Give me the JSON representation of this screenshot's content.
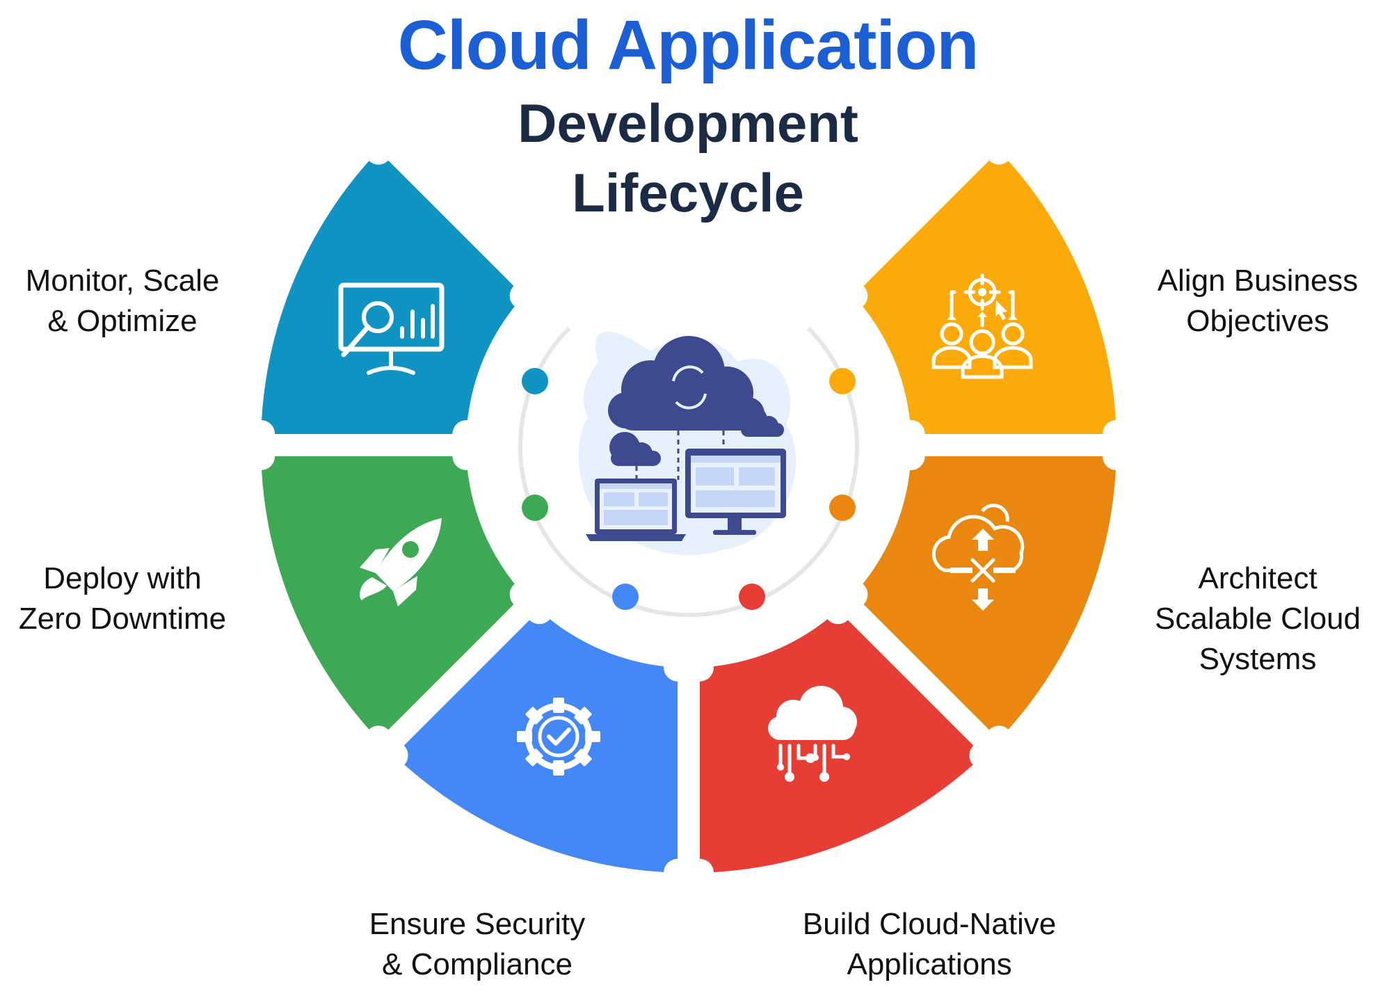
{
  "title": {
    "line1": "Cloud Application",
    "line2": "Development",
    "line3": "Lifecycle"
  },
  "colors": {
    "title_blue": "#1a5fd6",
    "title_dark": "#1c2b45",
    "monitor": "#0e93c2",
    "deploy": "#3da955",
    "security": "#4488f7",
    "build": "#e83d35",
    "architect": "#ea870f",
    "align": "#fbaa0a"
  },
  "stages": [
    {
      "id": "monitor",
      "line1": "Monitor, Scale",
      "line2": "& Optimize",
      "icon": "monitor-analytics-icon"
    },
    {
      "id": "deploy",
      "line1": "Deploy with",
      "line2": "Zero Downtime",
      "icon": "rocket-icon"
    },
    {
      "id": "security",
      "line1": "Ensure Security",
      "line2": "& Compliance",
      "icon": "gear-check-icon"
    },
    {
      "id": "build",
      "line1": "Build Cloud-Native",
      "line2": "Applications",
      "icon": "cloud-circuit-icon"
    },
    {
      "id": "architect",
      "line1": "Architect",
      "line2": "Scalable Cloud",
      "line3": "Systems",
      "icon": "cloud-architecture-icon"
    },
    {
      "id": "align",
      "line1": "Align Business",
      "line2": "Objectives",
      "icon": "team-target-icon"
    }
  ],
  "center_icon": "cloud-devices-icon"
}
